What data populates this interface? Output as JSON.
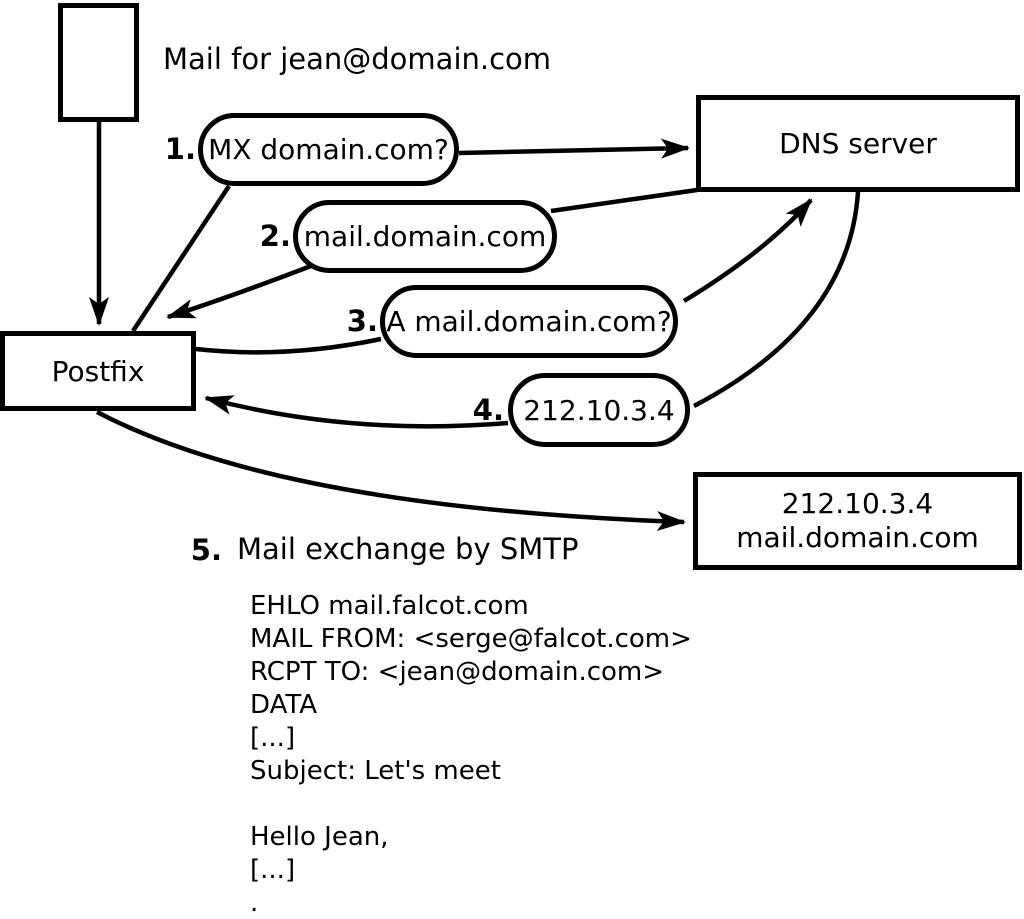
{
  "diagram": {
    "title": "Mail for jean@domain.com",
    "nodes": {
      "postfix": {
        "label": "Postfix"
      },
      "dns": {
        "label": "DNS server"
      },
      "mailserver": {
        "line1": "212.10.3.4",
        "line2": "mail.domain.com"
      }
    },
    "messages": [
      {
        "num": "1.",
        "label": "MX domain.com?"
      },
      {
        "num": "2.",
        "label": "mail.domain.com"
      },
      {
        "num": "3.",
        "label": "A mail.domain.com?"
      },
      {
        "num": "4.",
        "label": "212.10.3.4"
      }
    ],
    "step5": {
      "num": "5.",
      "label": "Mail exchange by SMTP"
    }
  },
  "smtp": {
    "lines": [
      "EHLO mail.falcot.com",
      "MAIL FROM: <serge@falcot.com>",
      "RCPT TO: <jean@domain.com>",
      "DATA",
      "[...]",
      "Subject: Let's meet",
      "",
      "Hello Jean,",
      "[...]",
      "."
    ]
  },
  "colors": {
    "ink": "#000000",
    "background": "#ffffff"
  }
}
